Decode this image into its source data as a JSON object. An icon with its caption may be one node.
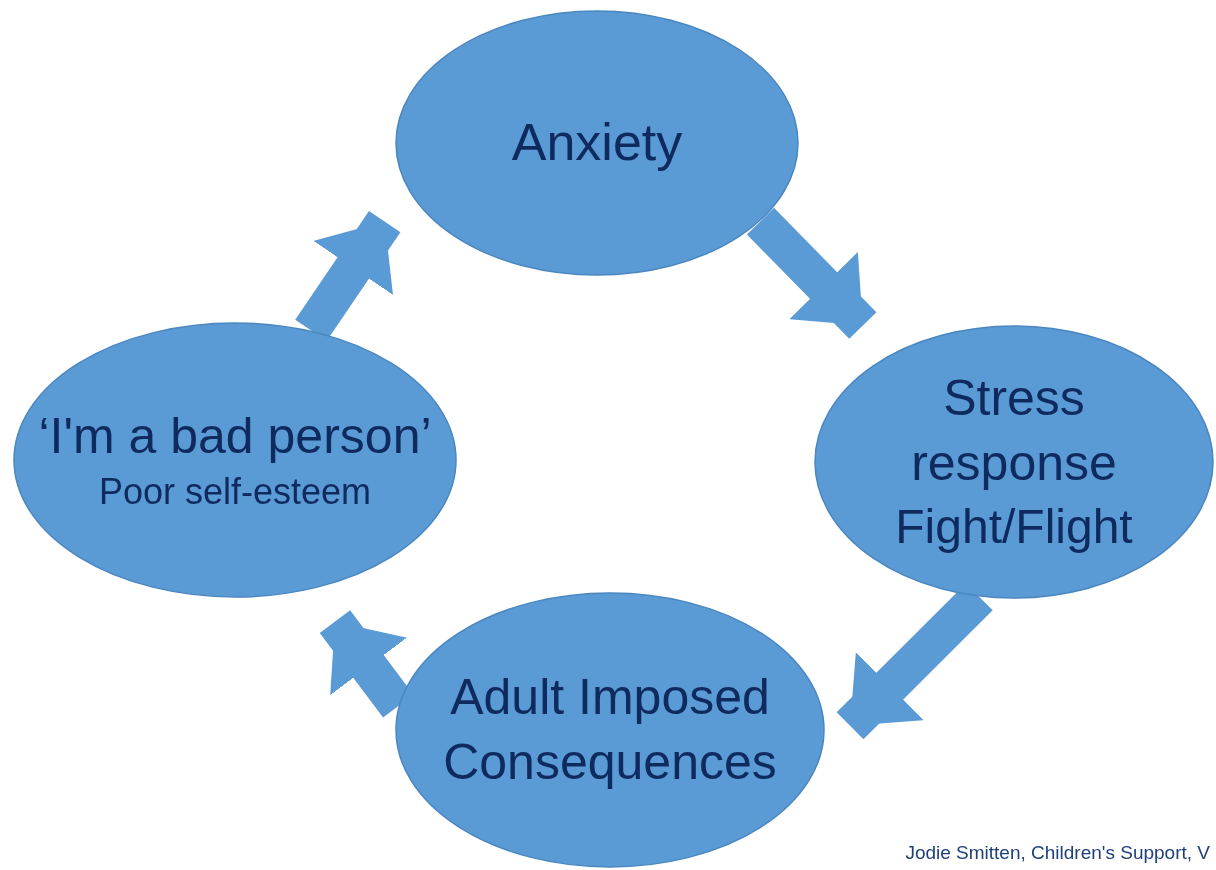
{
  "diagram": {
    "nodes": [
      {
        "text": [
          "Anxiety"
        ]
      },
      {
        "text": [
          "Stress response",
          "Fight/Flight"
        ]
      },
      {
        "text": [
          "Adult Imposed Consequences"
        ]
      },
      {
        "text": [
          "‘I'm a bad person’",
          "Poor self-esteem"
        ]
      }
    ],
    "edges": [
      {
        "from": 0,
        "to": 1,
        "arrow": "to"
      },
      {
        "from": 1,
        "to": 2,
        "arrow": "to"
      },
      {
        "from": 2,
        "to": 3,
        "arrow": "to"
      },
      {
        "from": 3,
        "to": 0,
        "arrow": "to"
      }
    ],
    "labels": [
      "Jodie Smitten, Children's Support, V"
    ]
  }
}
